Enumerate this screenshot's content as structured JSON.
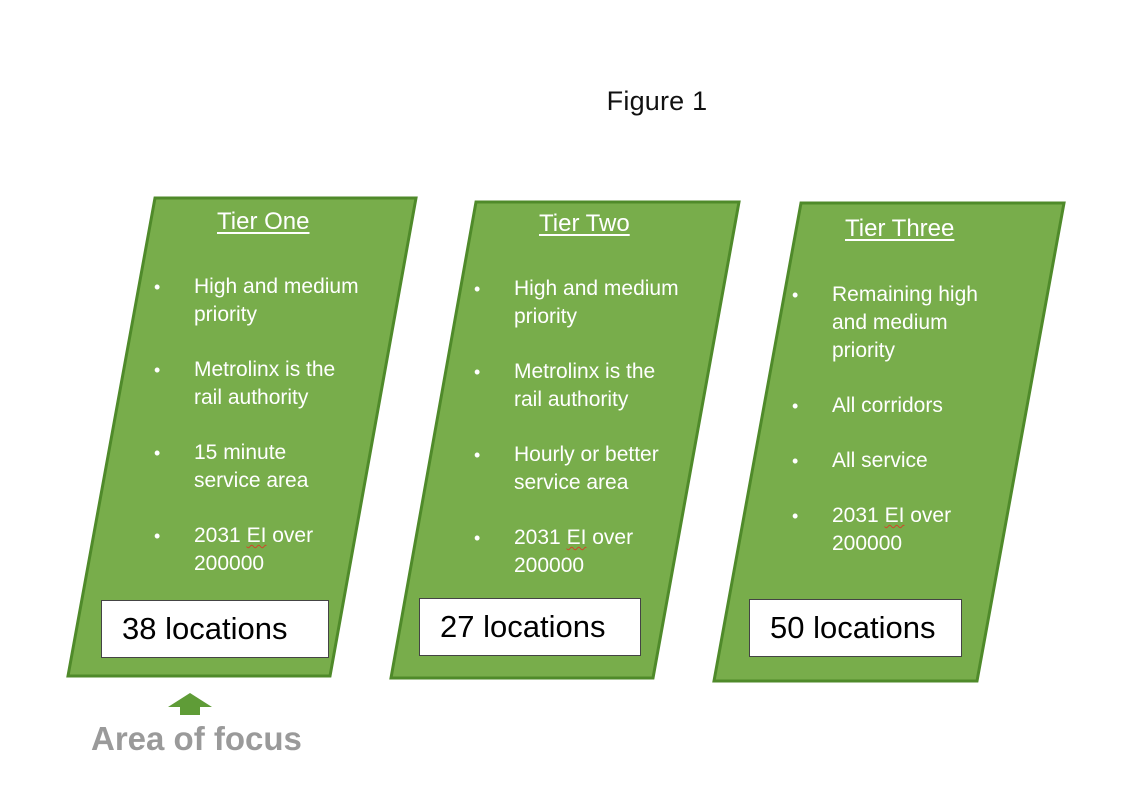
{
  "figure": {
    "title": "Figure 1"
  },
  "colors": {
    "panel_fill": "#78ad4b",
    "panel_border": "#4f8a2a",
    "focus_arrow": "#5f9c37"
  },
  "tiers": [
    {
      "heading": "Tier One",
      "bullets": [
        {
          "lines": "High and medium\npriority"
        },
        {
          "lines": "Metrolinx is the\nrail authority"
        },
        {
          "lines": "15 minute\nservice area"
        },
        {
          "pre": "2031 ",
          "wavy": "EI",
          "post": " over\n200000"
        }
      ],
      "count": "38 locations"
    },
    {
      "heading": "Tier Two",
      "bullets": [
        {
          "lines": "High and medium\npriority"
        },
        {
          "lines": "Metrolinx is the\nrail authority"
        },
        {
          "lines": "Hourly or better\nservice area"
        },
        {
          "pre": "2031 ",
          "wavy": "EI",
          "post": " over\n200000"
        }
      ],
      "count": "27 locations"
    },
    {
      "heading": "Tier Three",
      "bullets": [
        {
          "lines": "Remaining high\nand medium\npriority"
        },
        {
          "lines": "All corridors"
        },
        {
          "lines": "All service"
        },
        {
          "pre": "2031 ",
          "wavy": "EI",
          "post": " over\n200000"
        }
      ],
      "count": "50 locations"
    }
  ],
  "focus": {
    "label": "Area of focus",
    "icon": "up-arrow-icon"
  },
  "bullet_glyph": "•"
}
